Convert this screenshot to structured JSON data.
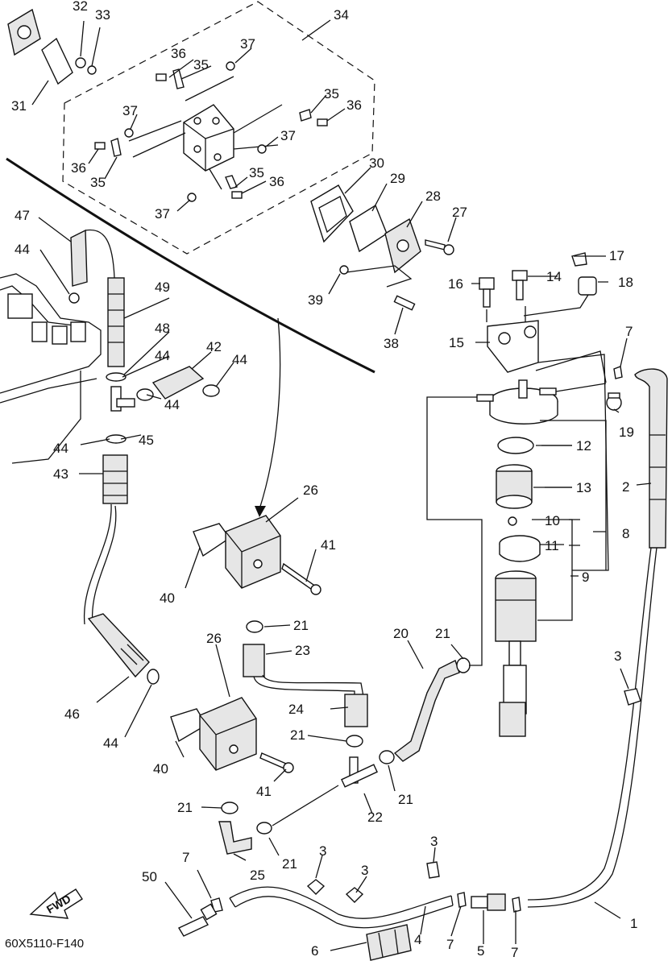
{
  "diagram_code": "60X5110-F140",
  "fwd_label": "FWD",
  "callouts": [
    {
      "id": "c1",
      "text": "1"
    },
    {
      "id": "c2",
      "text": "2"
    },
    {
      "id": "c3a",
      "text": "3"
    },
    {
      "id": "c3b",
      "text": "3"
    },
    {
      "id": "c3c",
      "text": "3"
    },
    {
      "id": "c3d",
      "text": "3"
    },
    {
      "id": "c4",
      "text": "4"
    },
    {
      "id": "c5",
      "text": "5"
    },
    {
      "id": "c6",
      "text": "6"
    },
    {
      "id": "c7a",
      "text": "7"
    },
    {
      "id": "c7b",
      "text": "7"
    },
    {
      "id": "c7c",
      "text": "7"
    },
    {
      "id": "c7d",
      "text": "7"
    },
    {
      "id": "c8",
      "text": "8"
    },
    {
      "id": "c9",
      "text": "9"
    },
    {
      "id": "c10",
      "text": "10"
    },
    {
      "id": "c11",
      "text": "11"
    },
    {
      "id": "c12",
      "text": "12"
    },
    {
      "id": "c13",
      "text": "13"
    },
    {
      "id": "c14",
      "text": "14"
    },
    {
      "id": "c15",
      "text": "15"
    },
    {
      "id": "c16",
      "text": "16"
    },
    {
      "id": "c17",
      "text": "17"
    },
    {
      "id": "c18",
      "text": "18"
    },
    {
      "id": "c19",
      "text": "19"
    },
    {
      "id": "c20",
      "text": "20"
    },
    {
      "id": "c21a",
      "text": "21"
    },
    {
      "id": "c21b",
      "text": "21"
    },
    {
      "id": "c21c",
      "text": "21"
    },
    {
      "id": "c21d",
      "text": "21"
    },
    {
      "id": "c21e",
      "text": "21"
    },
    {
      "id": "c21f",
      "text": "21"
    },
    {
      "id": "c22",
      "text": "22"
    },
    {
      "id": "c23",
      "text": "23"
    },
    {
      "id": "c24",
      "text": "24"
    },
    {
      "id": "c25",
      "text": "25"
    },
    {
      "id": "c26a",
      "text": "26"
    },
    {
      "id": "c26b",
      "text": "26"
    },
    {
      "id": "c27",
      "text": "27"
    },
    {
      "id": "c28",
      "text": "28"
    },
    {
      "id": "c29",
      "text": "29"
    },
    {
      "id": "c30",
      "text": "30"
    },
    {
      "id": "c31",
      "text": "31"
    },
    {
      "id": "c32",
      "text": "32"
    },
    {
      "id": "c33",
      "text": "33"
    },
    {
      "id": "c34",
      "text": "34"
    },
    {
      "id": "c35a",
      "text": "35"
    },
    {
      "id": "c35b",
      "text": "35"
    },
    {
      "id": "c35c",
      "text": "35"
    },
    {
      "id": "c35d",
      "text": "35"
    },
    {
      "id": "c36a",
      "text": "36"
    },
    {
      "id": "c36b",
      "text": "36"
    },
    {
      "id": "c36c",
      "text": "36"
    },
    {
      "id": "c36d",
      "text": "36"
    },
    {
      "id": "c37a",
      "text": "37"
    },
    {
      "id": "c37b",
      "text": "37"
    },
    {
      "id": "c37c",
      "text": "37"
    },
    {
      "id": "c37d",
      "text": "37"
    },
    {
      "id": "c38",
      "text": "38"
    },
    {
      "id": "c39",
      "text": "39"
    },
    {
      "id": "c40a",
      "text": "40"
    },
    {
      "id": "c40b",
      "text": "40"
    },
    {
      "id": "c41a",
      "text": "41"
    },
    {
      "id": "c41b",
      "text": "41"
    },
    {
      "id": "c42",
      "text": "42"
    },
    {
      "id": "c43",
      "text": "43"
    },
    {
      "id": "c44a",
      "text": "44"
    },
    {
      "id": "c44b",
      "text": "44"
    },
    {
      "id": "c44c",
      "text": "44"
    },
    {
      "id": "c44d",
      "text": "44"
    },
    {
      "id": "c44e",
      "text": "44"
    },
    {
      "id": "c44f",
      "text": "44"
    },
    {
      "id": "c45",
      "text": "45"
    },
    {
      "id": "c46",
      "text": "46"
    },
    {
      "id": "c47",
      "text": "47"
    },
    {
      "id": "c48",
      "text": "48"
    },
    {
      "id": "c49",
      "text": "49"
    },
    {
      "id": "c50",
      "text": "50"
    }
  ]
}
